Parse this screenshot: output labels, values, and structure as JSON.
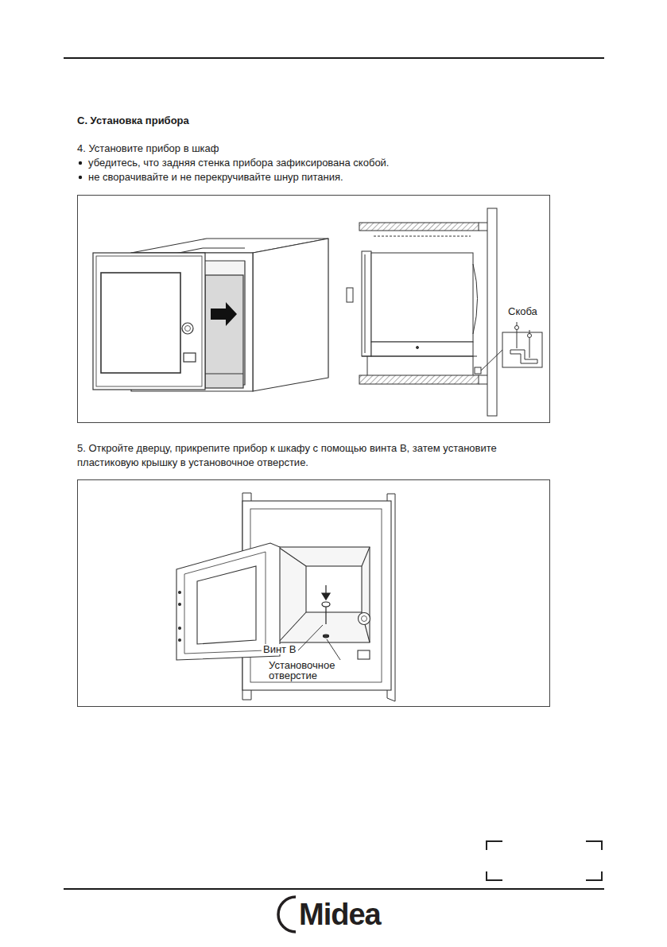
{
  "diagram": {
    "title": "С. Установка прибора",
    "nodes": [
      {
        "text": [
          "Скоба"
        ]
      },
      {
        "text": [
          "Винт В",
          "Установочное отверстие"
        ]
      }
    ],
    "labels": [
      "4. Установите прибор в шкаф",
      "убедитесь, что задняя стенка прибора зафиксирована скобой.",
      "не сворачивайте и не перекручивайте шнур питания.",
      "5. Откройте дверцу, прикрепите прибор к шкафу с помощью винта В, затем установите пластиковую крышку в установочное отверстие.",
      "Midea"
    ]
  }
}
